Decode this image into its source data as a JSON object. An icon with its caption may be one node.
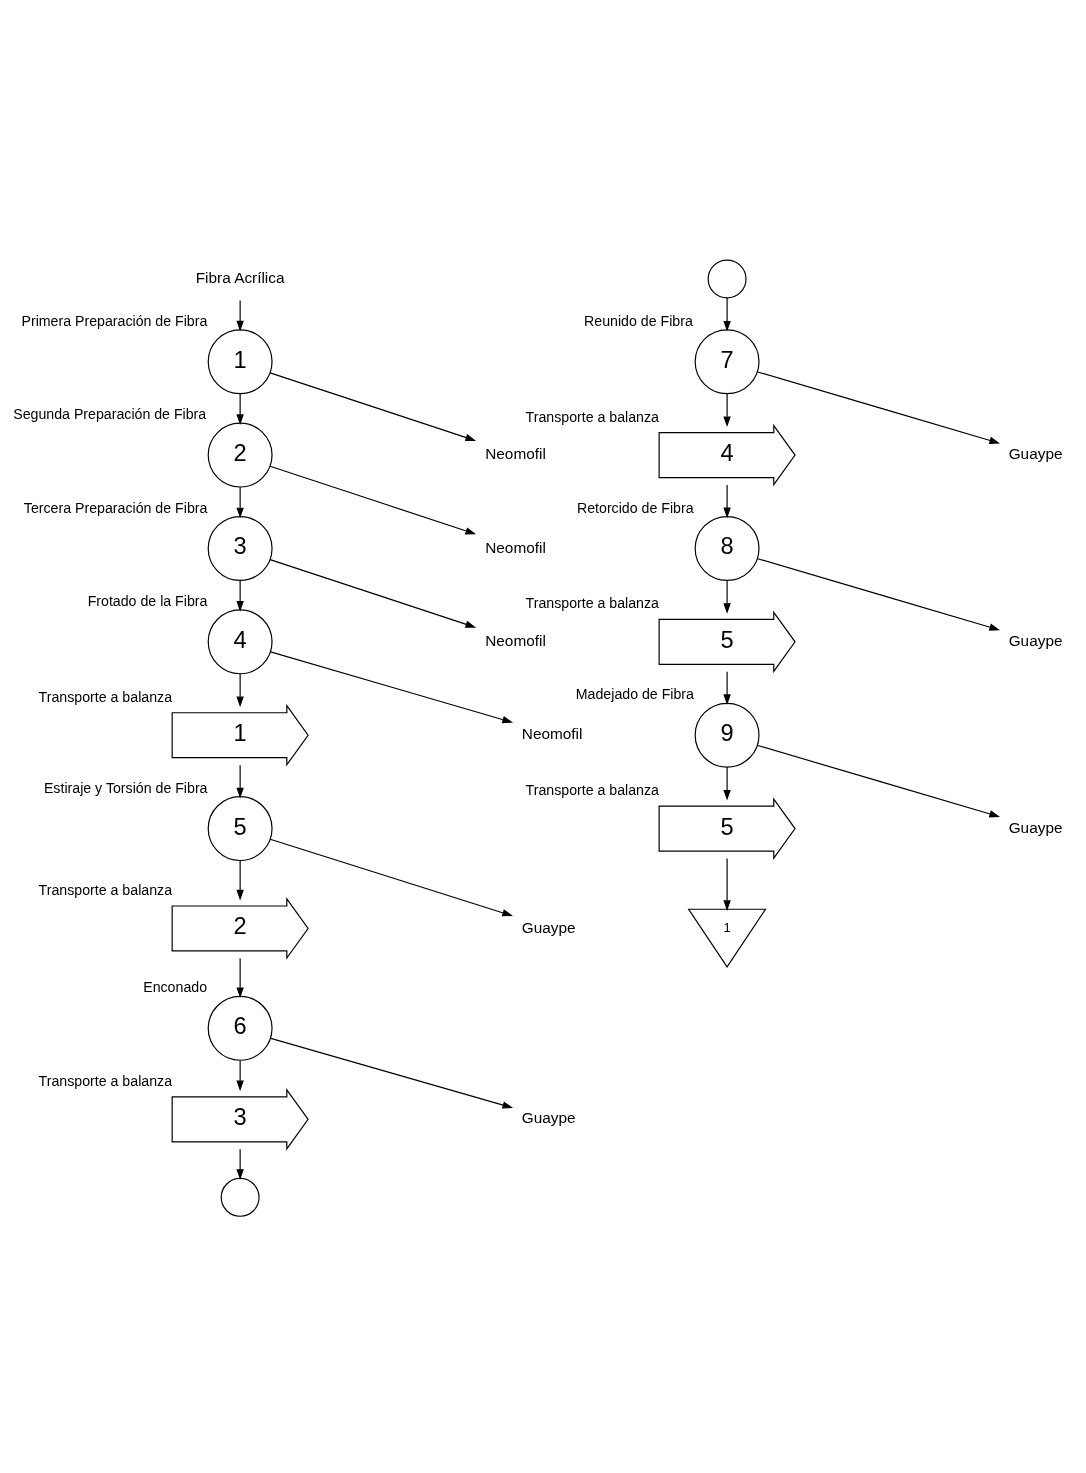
{
  "diagram": {
    "nodes": [
      {
        "text": [
          "Fibra Acrílica"
        ]
      },
      {
        "text": [
          "1"
        ],
        "beside": [
          "Primera Preparación de Fibra"
        ]
      },
      {
        "text": [
          "Neomofil"
        ]
      },
      {
        "text": [
          "2"
        ],
        "beside": [
          "Segunda Preparación de Fibra"
        ]
      },
      {
        "text": [
          "Neomofil"
        ]
      },
      {
        "text": [
          "3"
        ],
        "beside": [
          "Tercera Preparación de Fibra"
        ]
      },
      {
        "text": [
          "Neomofil"
        ]
      },
      {
        "text": [
          "4"
        ],
        "beside": [
          "Frotado de la Fibra"
        ]
      },
      {
        "text": [
          "Neomofil"
        ]
      },
      {
        "text": [
          "1"
        ],
        "beside": [
          "Transporte a balanza"
        ]
      },
      {
        "text": [
          "5"
        ],
        "beside": [
          "Estiraje y Torsión de Fibra"
        ]
      },
      {
        "text": [
          "Guaype"
        ]
      },
      {
        "text": [
          "2"
        ],
        "beside": [
          "Transporte a balanza"
        ]
      },
      {
        "text": [
          "6"
        ],
        "beside": [
          "Enconado"
        ]
      },
      {
        "text": [
          "Guaype"
        ]
      },
      {
        "text": [
          "3"
        ],
        "beside": [
          "Transporte a balanza"
        ]
      },
      {
        "text": [],
        "shape": "circle"
      },
      {
        "text": [],
        "shape": "circle"
      },
      {
        "text": [
          "7"
        ],
        "beside": [
          "Reunido de Fibra"
        ]
      },
      {
        "text": [
          "Guaype"
        ]
      },
      {
        "text": [
          "4"
        ],
        "beside": [
          "Transporte a balanza"
        ]
      },
      {
        "text": [
          "8"
        ],
        "beside": [
          "Retorcido de Fibra"
        ]
      },
      {
        "text": [
          "Guaype"
        ]
      },
      {
        "text": [
          "5"
        ],
        "beside": [
          "Transporte a balanza"
        ]
      },
      {
        "text": [
          "9"
        ],
        "beside": [
          "Madejado de Fibra"
        ]
      },
      {
        "text": [
          "Guaype"
        ]
      },
      {
        "text": [
          "5"
        ],
        "beside": [
          "Transporte a balanza"
        ]
      },
      {
        "text": [
          "1"
        ]
      }
    ],
    "edges": [
      {
        "from": 0,
        "to": 1,
        "arrow": "to"
      },
      {
        "from": 1,
        "to": 2,
        "arrow": "to"
      },
      {
        "from": 1,
        "to": 3,
        "arrow": "to"
      },
      {
        "from": 3,
        "to": 4,
        "arrow": "to"
      },
      {
        "from": 3,
        "to": 5,
        "arrow": "to"
      },
      {
        "from": 5,
        "to": 6,
        "arrow": "to"
      },
      {
        "from": 5,
        "to": 7,
        "arrow": "to"
      },
      {
        "from": 7,
        "to": 8,
        "arrow": "to"
      },
      {
        "from": 7,
        "to": 9,
        "arrow": "to"
      },
      {
        "from": 9,
        "to": 10,
        "arrow": "to"
      },
      {
        "from": 10,
        "to": 11,
        "arrow": "to"
      },
      {
        "from": 10,
        "to": 12,
        "arrow": "to"
      },
      {
        "from": 12,
        "to": 13,
        "arrow": "to"
      },
      {
        "from": 13,
        "to": 14,
        "arrow": "to"
      },
      {
        "from": 13,
        "to": 15,
        "arrow": "to"
      },
      {
        "from": 15,
        "to": 16,
        "arrow": "to"
      },
      {
        "from": 17,
        "to": 18,
        "arrow": "to"
      },
      {
        "from": 18,
        "to": 19,
        "arrow": "to"
      },
      {
        "from": 18,
        "to": 20,
        "arrow": "to"
      },
      {
        "from": 20,
        "to": 21,
        "arrow": "to"
      },
      {
        "from": 21,
        "to": 22,
        "arrow": "to"
      },
      {
        "from": 21,
        "to": 23,
        "arrow": "to"
      },
      {
        "from": 23,
        "to": 24,
        "arrow": "to"
      },
      {
        "from": 24,
        "to": 25,
        "arrow": "to"
      },
      {
        "from": 24,
        "to": 26,
        "arrow": "to"
      },
      {
        "from": 26,
        "to": 27,
        "arrow": "to"
      }
    ]
  }
}
